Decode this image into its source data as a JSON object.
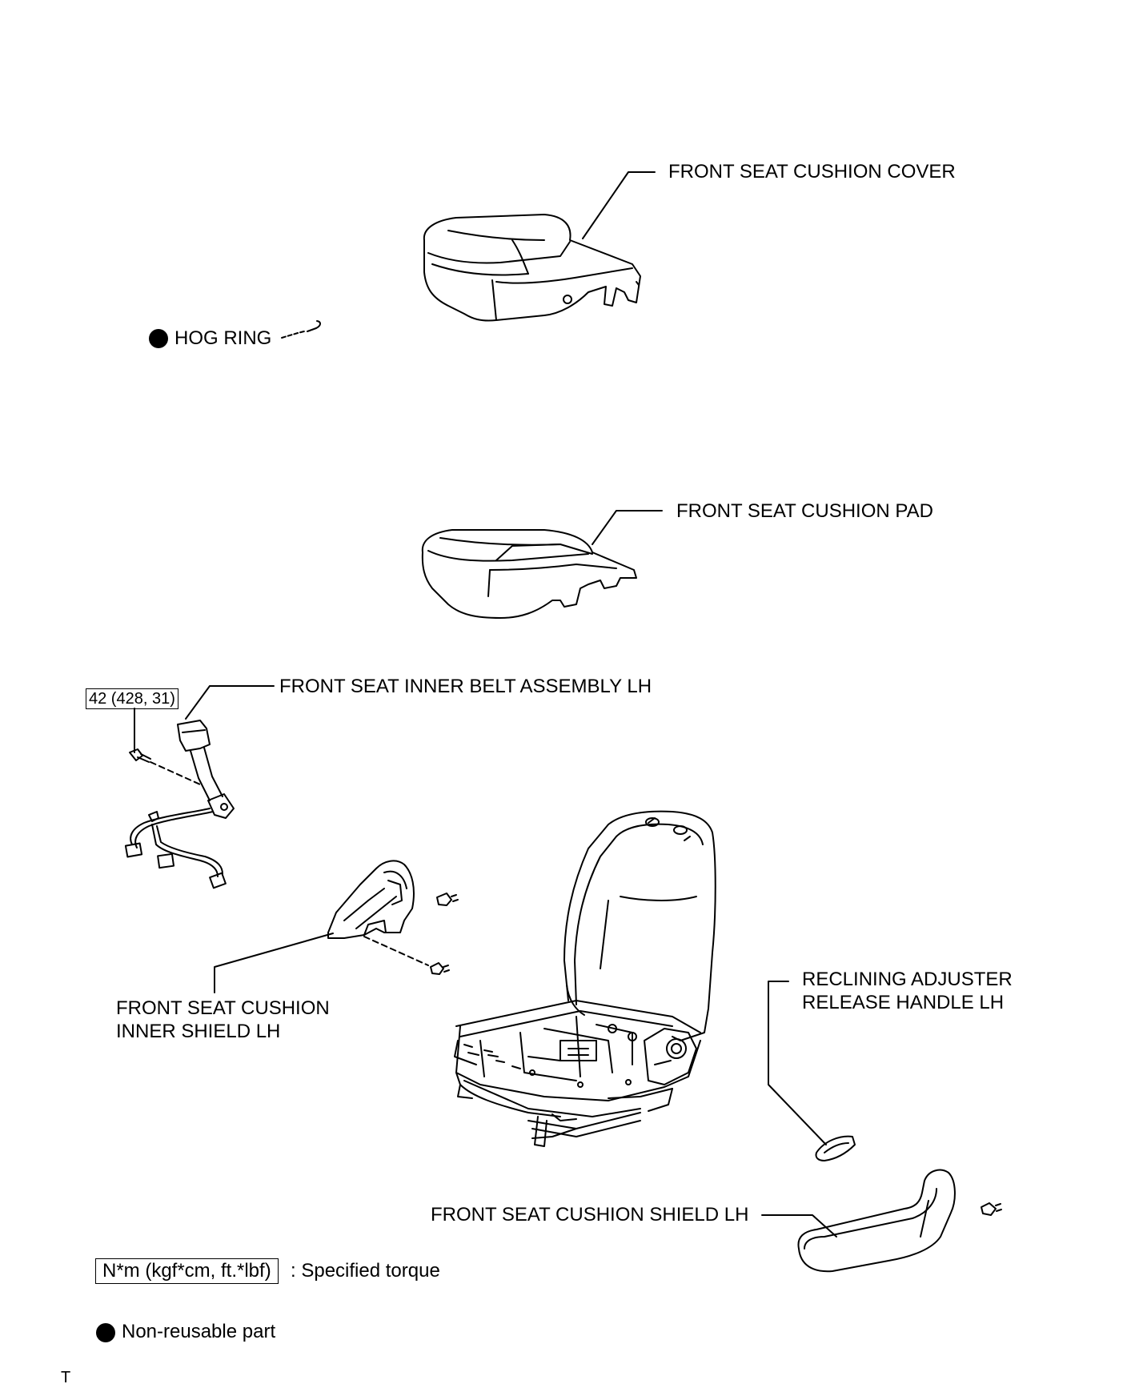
{
  "labels": {
    "cushion_cover": "FRONT SEAT CUSHION COVER",
    "hog_ring": "HOG RING",
    "cushion_pad": "FRONT SEAT CUSHION PAD",
    "inner_belt": "FRONT SEAT INNER BELT ASSEMBLY LH",
    "inner_shield_line1": "FRONT SEAT CUSHION",
    "inner_shield_line2": "INNER SHIELD LH",
    "reclining_line1": "RECLINING ADJUSTER",
    "reclining_line2": "RELEASE HANDLE LH",
    "cushion_shield": "FRONT SEAT CUSHION SHIELD LH"
  },
  "torque": {
    "belt_bolt": "42 (428, 31)"
  },
  "legend": {
    "torque_box": "N*m (kgf*cm, ft.*lbf)",
    "torque_text": ": Specified torque",
    "nonreusable_text": "Non-reusable part"
  },
  "footer": {
    "mark": "T"
  },
  "colors": {
    "ink": "#000000",
    "paper": "#ffffff"
  }
}
